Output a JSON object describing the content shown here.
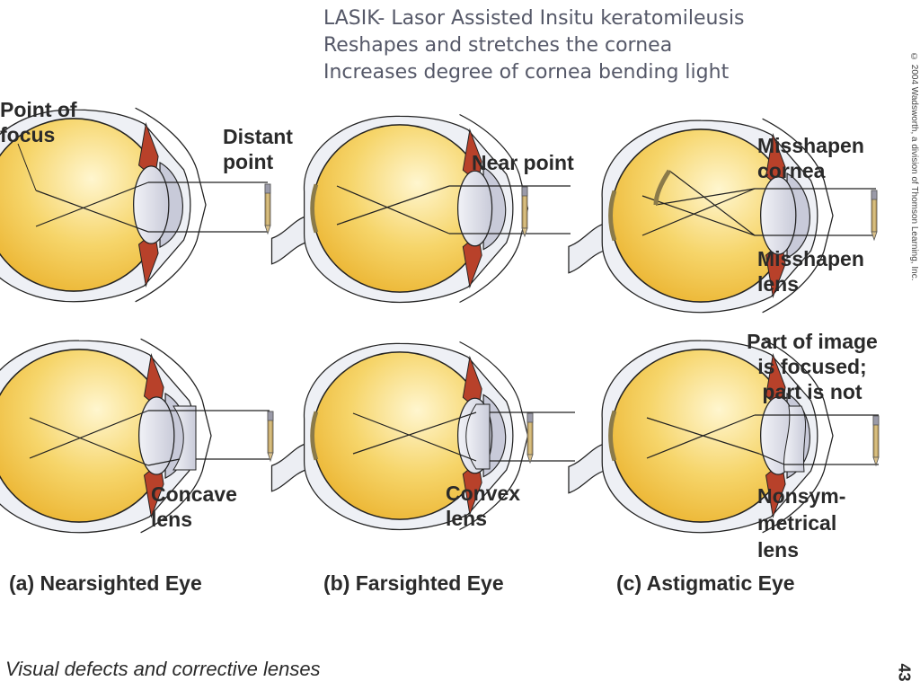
{
  "header": {
    "lines": [
      "LASIK- Lasor Assisted Insitu keratomileusis",
      "Reshapes and stretches the cornea",
      "Increases degree of cornea bending light"
    ]
  },
  "copyright": "© 2004 Wadsworth, a division of Thomson Learning, Inc.",
  "panels": {
    "a": {
      "caption": "(a) Nearsighted Eye",
      "top_labels": [
        "Point of",
        "focus"
      ],
      "top_right_labels": [
        "Distant",
        "point"
      ],
      "bottom_labels": [
        "Concave",
        "lens"
      ]
    },
    "b": {
      "caption": "(b) Farsighted Eye",
      "top_labels": [
        "Near point"
      ],
      "bottom_labels": [
        "Convex",
        "lens"
      ]
    },
    "c": {
      "caption": "(c) Astigmatic Eye",
      "top_labels": [
        "Misshapen",
        "cornea"
      ],
      "mid_labels": [
        "Misshapen",
        "lens"
      ],
      "bottom_top_labels": [
        "Part of image",
        "is focused;",
        "part is not"
      ],
      "bottom_labels": [
        "Nonsym-",
        "metrical",
        "lens"
      ]
    }
  },
  "footer": {
    "title": "Visual defects and corrective lenses",
    "page_number": "43"
  },
  "colors": {
    "eyeball": "#f2c440",
    "eyeball_highlight": "#fff6cf",
    "iris_muscle": "#b8412a",
    "lens": "#dfe0ea",
    "header_text": "#555868",
    "pencil": "#c9a862"
  }
}
